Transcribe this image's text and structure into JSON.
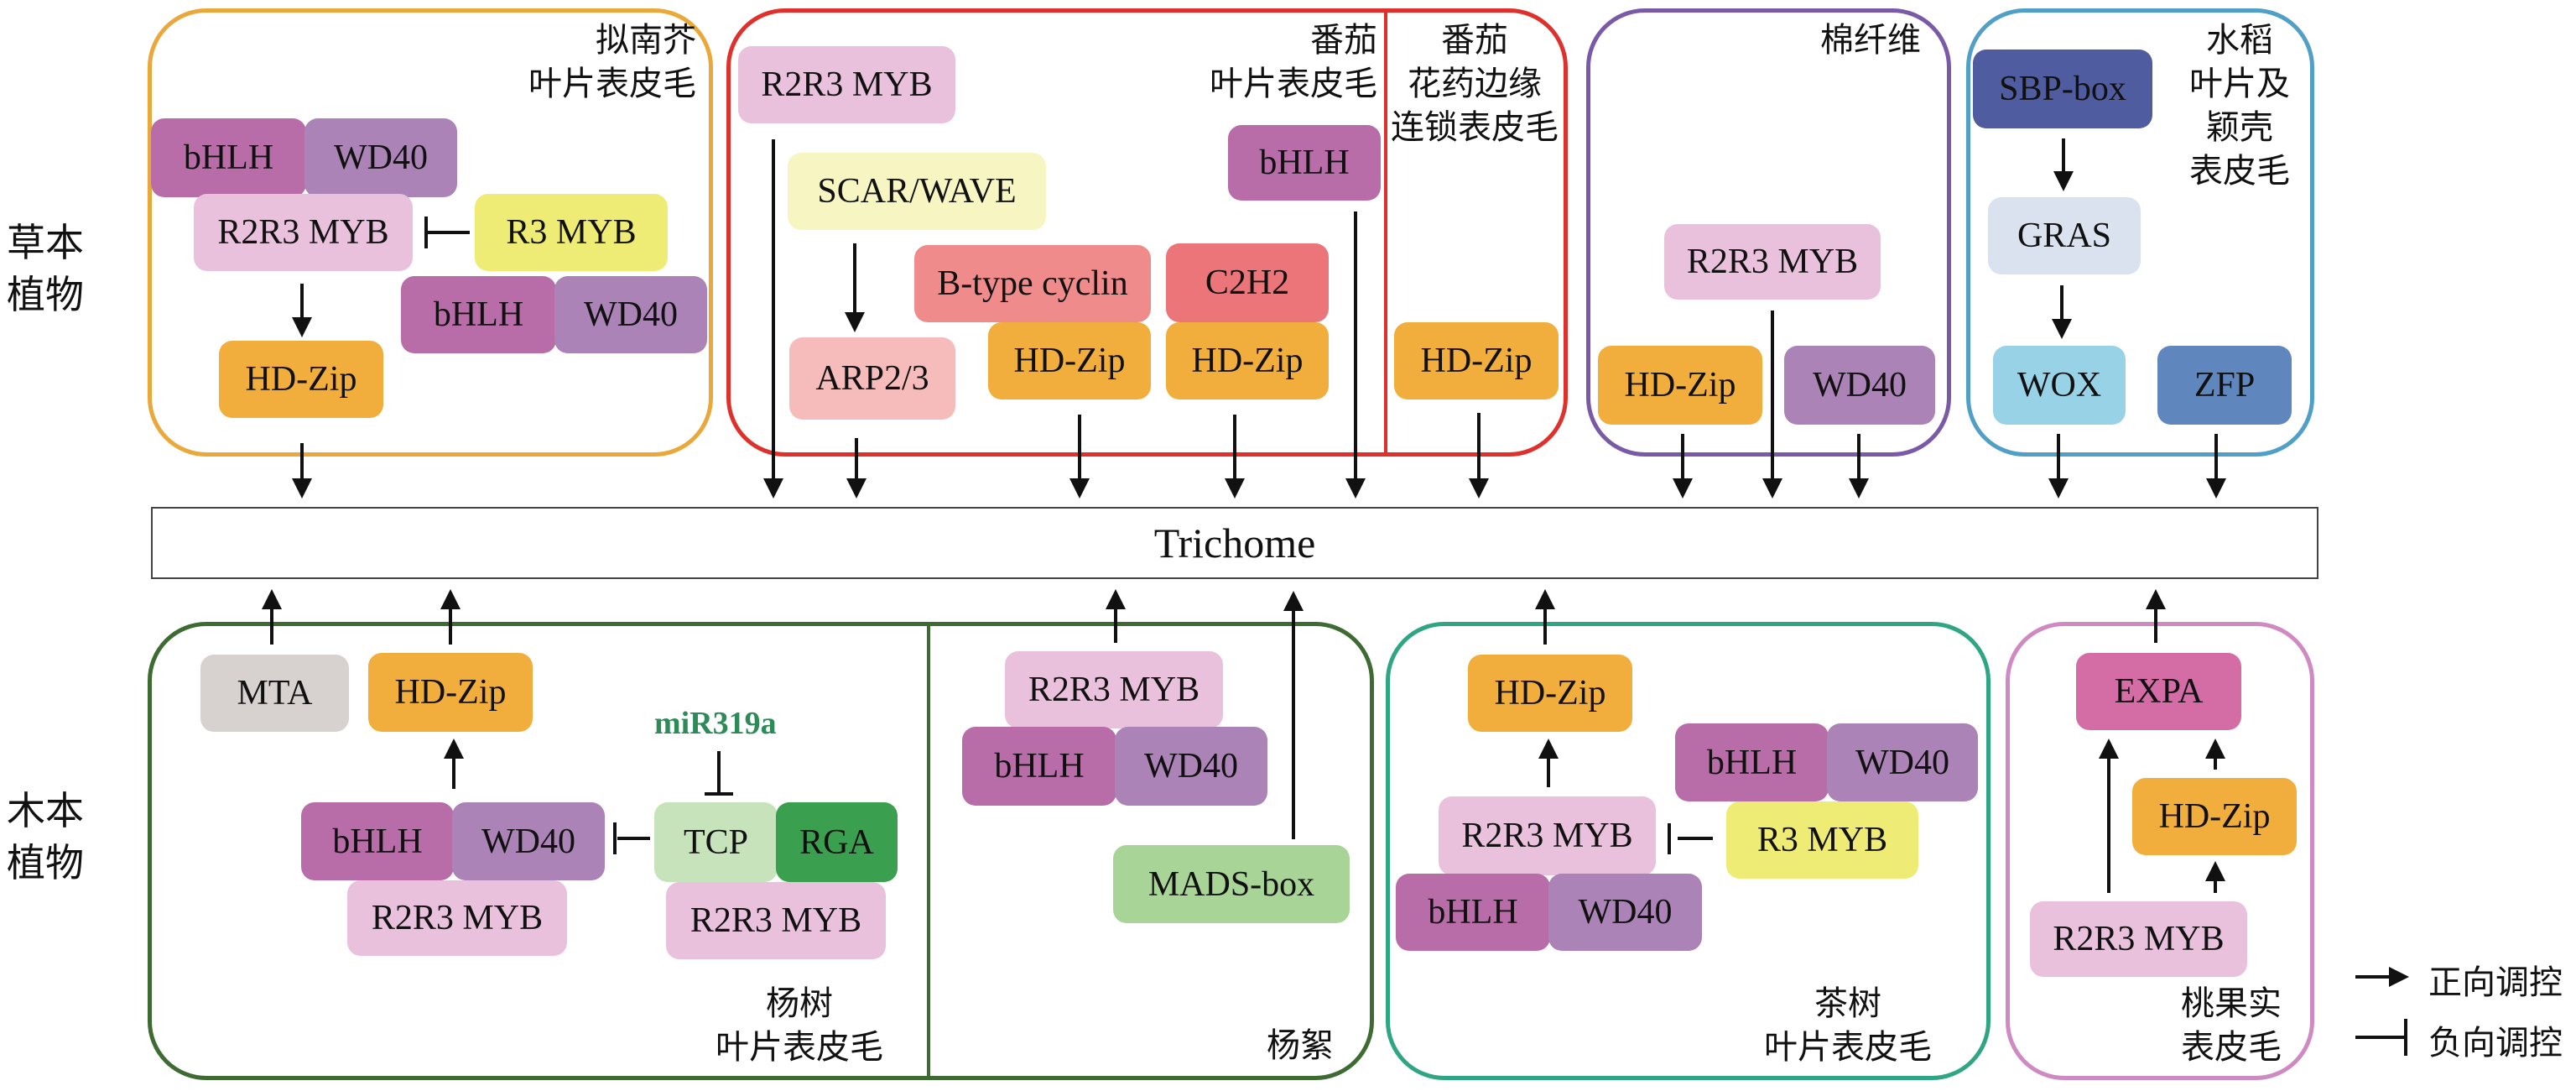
{
  "colors": {
    "bHLH": "#b96da8",
    "WD40": "#ab83b6",
    "R2R3_MYB": "#e9c1dc",
    "R3_MYB": "#eeec74",
    "HD_Zip": "#f2ae3c",
    "SCAR_WAVE": "#f7f5c2",
    "B_type_cyclin": "#f08b8b",
    "C2H2": "#ec7579",
    "ARP2_3": "#f6bcbc",
    "SBP_box": "#4f5c9f",
    "GRAS": "#d9e2ee",
    "WOX": "#98d2e6",
    "ZFP": "#5f86bd",
    "MTA": "#d7d2d0",
    "TCP": "#c6e3bb",
    "RGA": "#3aa04f",
    "MADS_box": "#a9d497",
    "EXPA": "#d46ca6",
    "miR319a": "#2e8b57",
    "panel_arabidopsis": "#eba83a",
    "panel_tomato": "#e0302b",
    "panel_cotton": "#7a5aa6",
    "panel_rice": "#4f9fc6",
    "panel_poplar": "#3d6b32",
    "panel_tea": "#2fa683",
    "panel_peach": "#cf8ac3"
  },
  "side_labels": {
    "herbaceous": "草本\n植物",
    "woody": "木本\n植物"
  },
  "center": {
    "label": "Trichome"
  },
  "panels": {
    "arabidopsis": {
      "title": "拟南芥\n叶片表皮毛",
      "nodes": {
        "bhlh_a": "bHLH",
        "wd40_a": "WD40",
        "r2r3": "R2R3 MYB",
        "r3": "R3 MYB",
        "bhlh_b": "bHLH",
        "wd40_b": "WD40",
        "hdzip": "HD-Zip"
      }
    },
    "tomato_leaf": {
      "title": "番茄\n叶片表皮毛",
      "nodes": {
        "r2r3": "R2R3 MYB",
        "scar": "SCAR/WAVE",
        "cyclin": "B-type cyclin",
        "c2h2": "C2H2",
        "hdzip_a": "HD-Zip",
        "hdzip_b": "HD-Zip",
        "arp": "ARP2/3",
        "bhlh": "bHLH"
      }
    },
    "tomato_anther": {
      "title": "番茄\n花药边缘\n连锁表皮毛",
      "nodes": {
        "hdzip": "HD-Zip"
      }
    },
    "cotton": {
      "title": "棉纤维",
      "nodes": {
        "r2r3": "R2R3 MYB",
        "hdzip": "HD-Zip",
        "wd40": "WD40"
      }
    },
    "rice": {
      "title": "水稻\n叶片及\n颖壳\n表皮毛",
      "nodes": {
        "sbp": "SBP-box",
        "gras": "GRAS",
        "wox": "WOX",
        "zfp": "ZFP"
      }
    },
    "poplar_leaf": {
      "title": "杨树\n叶片表皮毛",
      "mirna": "miR319a",
      "nodes": {
        "mta": "MTA",
        "hdzip": "HD-Zip",
        "bhlh": "bHLH",
        "wd40": "WD40",
        "r2r3_a": "R2R3 MYB",
        "tcp": "TCP",
        "rga": "RGA",
        "r2r3_b": "R2R3 MYB"
      }
    },
    "poplar_catkin": {
      "title": "杨絮",
      "nodes": {
        "r2r3": "R2R3 MYB",
        "bhlh": "bHLH",
        "wd40": "WD40",
        "mads": "MADS-box"
      }
    },
    "tea": {
      "title": "茶树\n叶片表皮毛",
      "nodes": {
        "hdzip": "HD-Zip",
        "bhlh_a": "bHLH",
        "wd40_a": "WD40",
        "r2r3": "R2R3 MYB",
        "r3": "R3 MYB",
        "bhlh_b": "bHLH",
        "wd40_b": "WD40"
      }
    },
    "peach": {
      "title": "桃果实\n表皮毛",
      "nodes": {
        "expa": "EXPA",
        "hdzip": "HD-Zip",
        "r2r3": "R2R3 MYB"
      }
    }
  },
  "legend": {
    "positive": "正向调控",
    "negative": "负向调控"
  }
}
